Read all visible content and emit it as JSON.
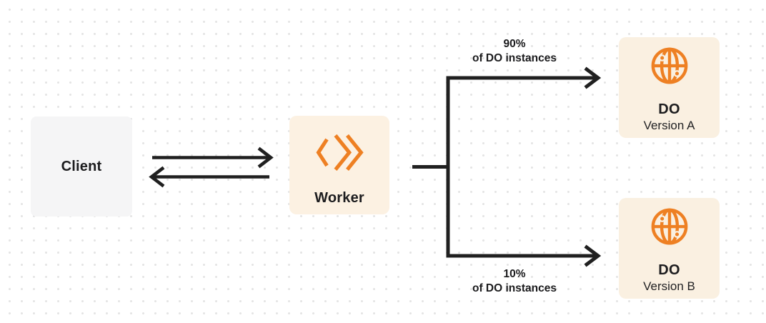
{
  "diagram": {
    "nodes": {
      "client": {
        "label": "Client"
      },
      "worker": {
        "label": "Worker"
      },
      "do_version_a": {
        "title": "DO",
        "subtitle": "Version A"
      },
      "do_version_b": {
        "title": "DO",
        "subtitle": "Version B"
      }
    },
    "edges": {
      "worker_to_do_a": {
        "percent": "90%",
        "caption": "of DO instances"
      },
      "worker_to_do_b": {
        "percent": "10%",
        "caption": "of DO instances"
      }
    },
    "icons": {
      "worker": "workers-chevrons-icon",
      "durable_object": "globe-icon"
    },
    "colors": {
      "accent_orange": "#ee8023",
      "connector_dark": "#202020",
      "client_box_bg": "#f5f5f6",
      "worker_box_bg": "#fcf1e2",
      "do_box_bg": "#faf0e1",
      "dot_grid": "#e4e4e4"
    }
  }
}
